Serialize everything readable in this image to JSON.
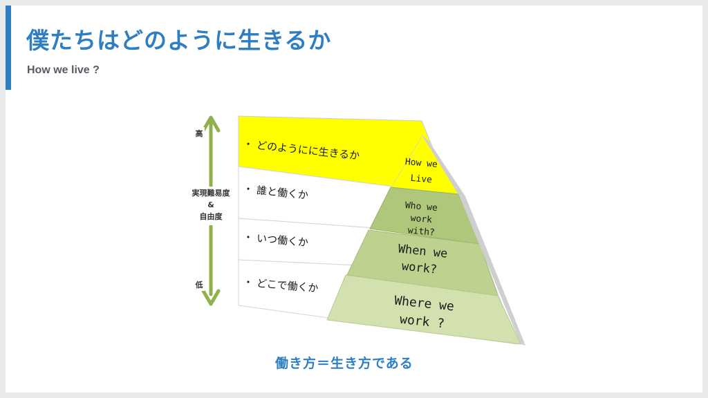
{
  "slide": {
    "title": "僕たちはどのように生きるか",
    "subtitle": "How we live ?",
    "caption": "働き方＝生き方である"
  },
  "axis": {
    "high_label": "高",
    "mid_label_line1": "実現難易度",
    "mid_label_line2": "&",
    "mid_label_line3": "自由度",
    "low_label": "低"
  },
  "rows": [
    {
      "label": "・ どのようにに生きるか"
    },
    {
      "label": "・ 誰と働くか"
    },
    {
      "label": "・ いつ働くか"
    },
    {
      "label": "・ どこで働くか"
    }
  ],
  "pyramid": {
    "levels": [
      {
        "line1": "How we",
        "line2": "Live"
      },
      {
        "line1": "Who we",
        "line2": "work",
        "line3": "with?"
      },
      {
        "line1": "When we",
        "line2": "work?"
      },
      {
        "line1": "Where we",
        "line2": "work ?"
      }
    ]
  },
  "colors": {
    "accent": "#2f7ec1",
    "highlight_yellow": "#ffff00",
    "level2_green": "#aec77a",
    "level3_green": "#bcd28e",
    "level4_green": "#d2e1ad",
    "arrow_green": "#8fb04a"
  }
}
